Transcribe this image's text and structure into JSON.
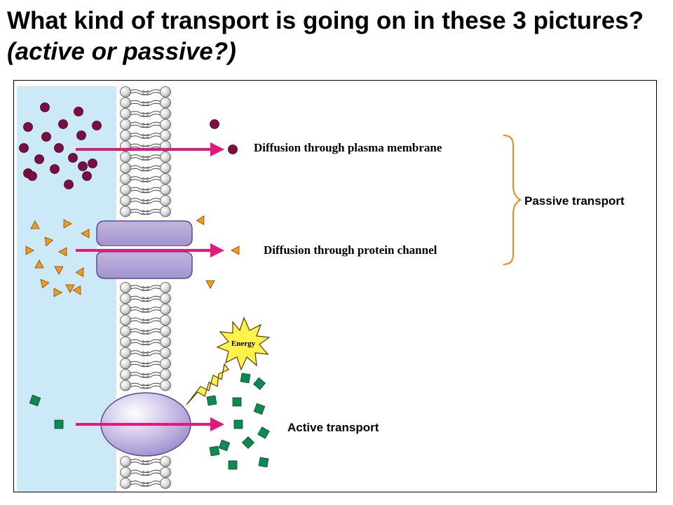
{
  "slide": {
    "title_main": "What kind of transport is going on in these 3 pictures?",
    "title_emphasis": "(active or passive?)"
  },
  "figure": {
    "labels": {
      "diffusion_membrane": "Diffusion through plasma membrane",
      "diffusion_channel": "Diffusion through protein channel",
      "passive_transport": "Passive transport",
      "energy": "Energy",
      "active_transport": "Active transport"
    },
    "colors": {
      "extracellular": "#cce9f8",
      "arrow": "#e0197a",
      "molecule": "#7b1040",
      "ion": "#f39a1e",
      "solute": "#0d8a4f",
      "protein": "#b3a5d6",
      "energy_burst": "#fff24a",
      "bracket": "#e88a1a"
    }
  }
}
